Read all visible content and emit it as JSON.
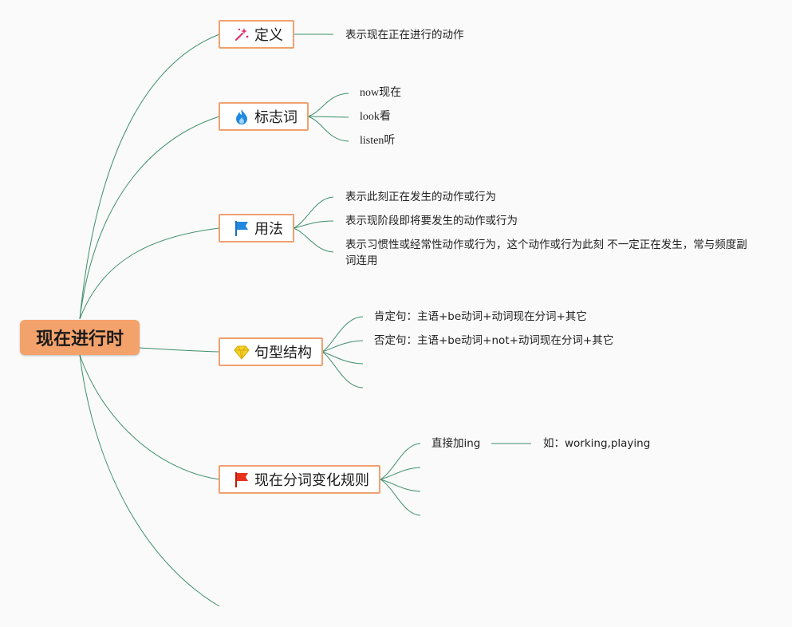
{
  "root": {
    "label": "现在进行时"
  },
  "branches": [
    {
      "label": "定义",
      "icon": "magic-wand-icon",
      "leaves": [
        "表示现在正在进行的动作"
      ]
    },
    {
      "label": "标志词",
      "icon": "fire-icon",
      "leaves": [
        "now现在",
        "look看",
        "listen听"
      ]
    },
    {
      "label": "用法",
      "icon": "blue-flag-icon",
      "leaves": [
        "表示此刻正在发生的动作或行为",
        "表示现阶段即将要发生的动作或行为",
        "表示习惯性或经常性动作或行为，这个动作或行为此刻 不一定正在发生，常与频度副词连用"
      ]
    },
    {
      "label": "句型结构",
      "icon": "diamond-icon",
      "leaves": [
        "肯定句：主语+be动词+动词现在分词+其它",
        "否定句：主语+be动词+not+动词现在分词+其它"
      ]
    },
    {
      "label": "现在分词变化规则",
      "icon": "red-flag-icon",
      "leaves": [
        "直接加ing"
      ],
      "sub": "如：working,playing"
    }
  ],
  "colors": {
    "line": "#3f8f6b",
    "root_fill": "#f4a26b",
    "node_border": "#f0a070"
  }
}
